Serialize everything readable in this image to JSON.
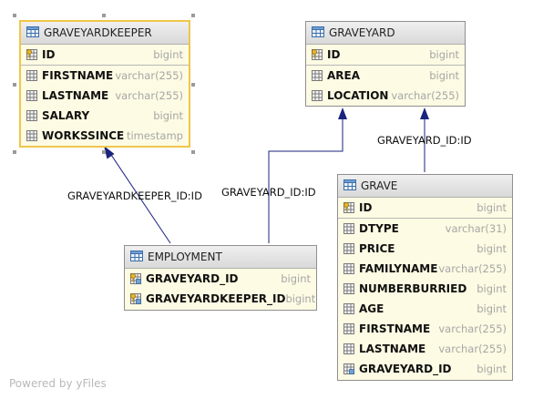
{
  "tables": {
    "graveyardkeeper": {
      "name": "GRAVEYARDKEEPER",
      "columns": [
        {
          "name": "ID",
          "type": "bigint",
          "key": "pk"
        },
        {
          "name": "FIRSTNAME",
          "type": "varchar(255)",
          "key": ""
        },
        {
          "name": "LASTNAME",
          "type": "varchar(255)",
          "key": ""
        },
        {
          "name": "SALARY",
          "type": "bigint",
          "key": ""
        },
        {
          "name": "WORKSSINCE",
          "type": "timestamp",
          "key": ""
        }
      ]
    },
    "graveyard": {
      "name": "GRAVEYARD",
      "columns": [
        {
          "name": "ID",
          "type": "bigint",
          "key": "pk"
        },
        {
          "name": "AREA",
          "type": "bigint",
          "key": ""
        },
        {
          "name": "LOCATION",
          "type": "varchar(255)",
          "key": ""
        }
      ]
    },
    "grave": {
      "name": "GRAVE",
      "columns": [
        {
          "name": "ID",
          "type": "bigint",
          "key": "pk"
        },
        {
          "name": "DTYPE",
          "type": "varchar(31)",
          "key": ""
        },
        {
          "name": "PRICE",
          "type": "bigint",
          "key": ""
        },
        {
          "name": "FAMILYNAME",
          "type": "varchar(255)",
          "key": ""
        },
        {
          "name": "NUMBERBURRIED",
          "type": "bigint",
          "key": ""
        },
        {
          "name": "AGE",
          "type": "bigint",
          "key": ""
        },
        {
          "name": "FIRSTNAME",
          "type": "varchar(255)",
          "key": ""
        },
        {
          "name": "LASTNAME",
          "type": "varchar(255)",
          "key": ""
        },
        {
          "name": "GRAVEYARD_ID",
          "type": "bigint",
          "key": "fk"
        }
      ]
    },
    "employment": {
      "name": "EMPLOYMENT",
      "columns": [
        {
          "name": "GRAVEYARD_ID",
          "type": "bigint",
          "key": "pkfk"
        },
        {
          "name": "GRAVEYARDKEEPER_ID",
          "type": "bigint",
          "key": "pkfk"
        }
      ]
    }
  },
  "relations": {
    "employment_keeper": "GRAVEYARDKEEPER_ID:ID",
    "employment_graveyard": "GRAVEYARD_ID:ID",
    "grave_graveyard": "GRAVEYARD_ID:ID"
  },
  "footer": "Powered by yFiles",
  "colors": {
    "edge": "#1a237e",
    "table_body": "#fdfbe3",
    "selection": "#f0c64a"
  }
}
